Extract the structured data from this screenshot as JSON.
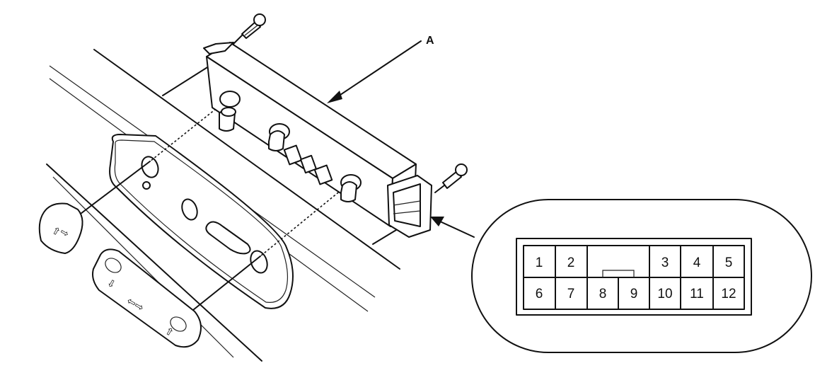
{
  "callout_label": "A",
  "connector_pins": {
    "top_row": [
      "1",
      "2",
      "3",
      "4",
      "5"
    ],
    "bottom_row": [
      "6",
      "7",
      "8",
      "9",
      "10",
      "11",
      "12"
    ]
  }
}
